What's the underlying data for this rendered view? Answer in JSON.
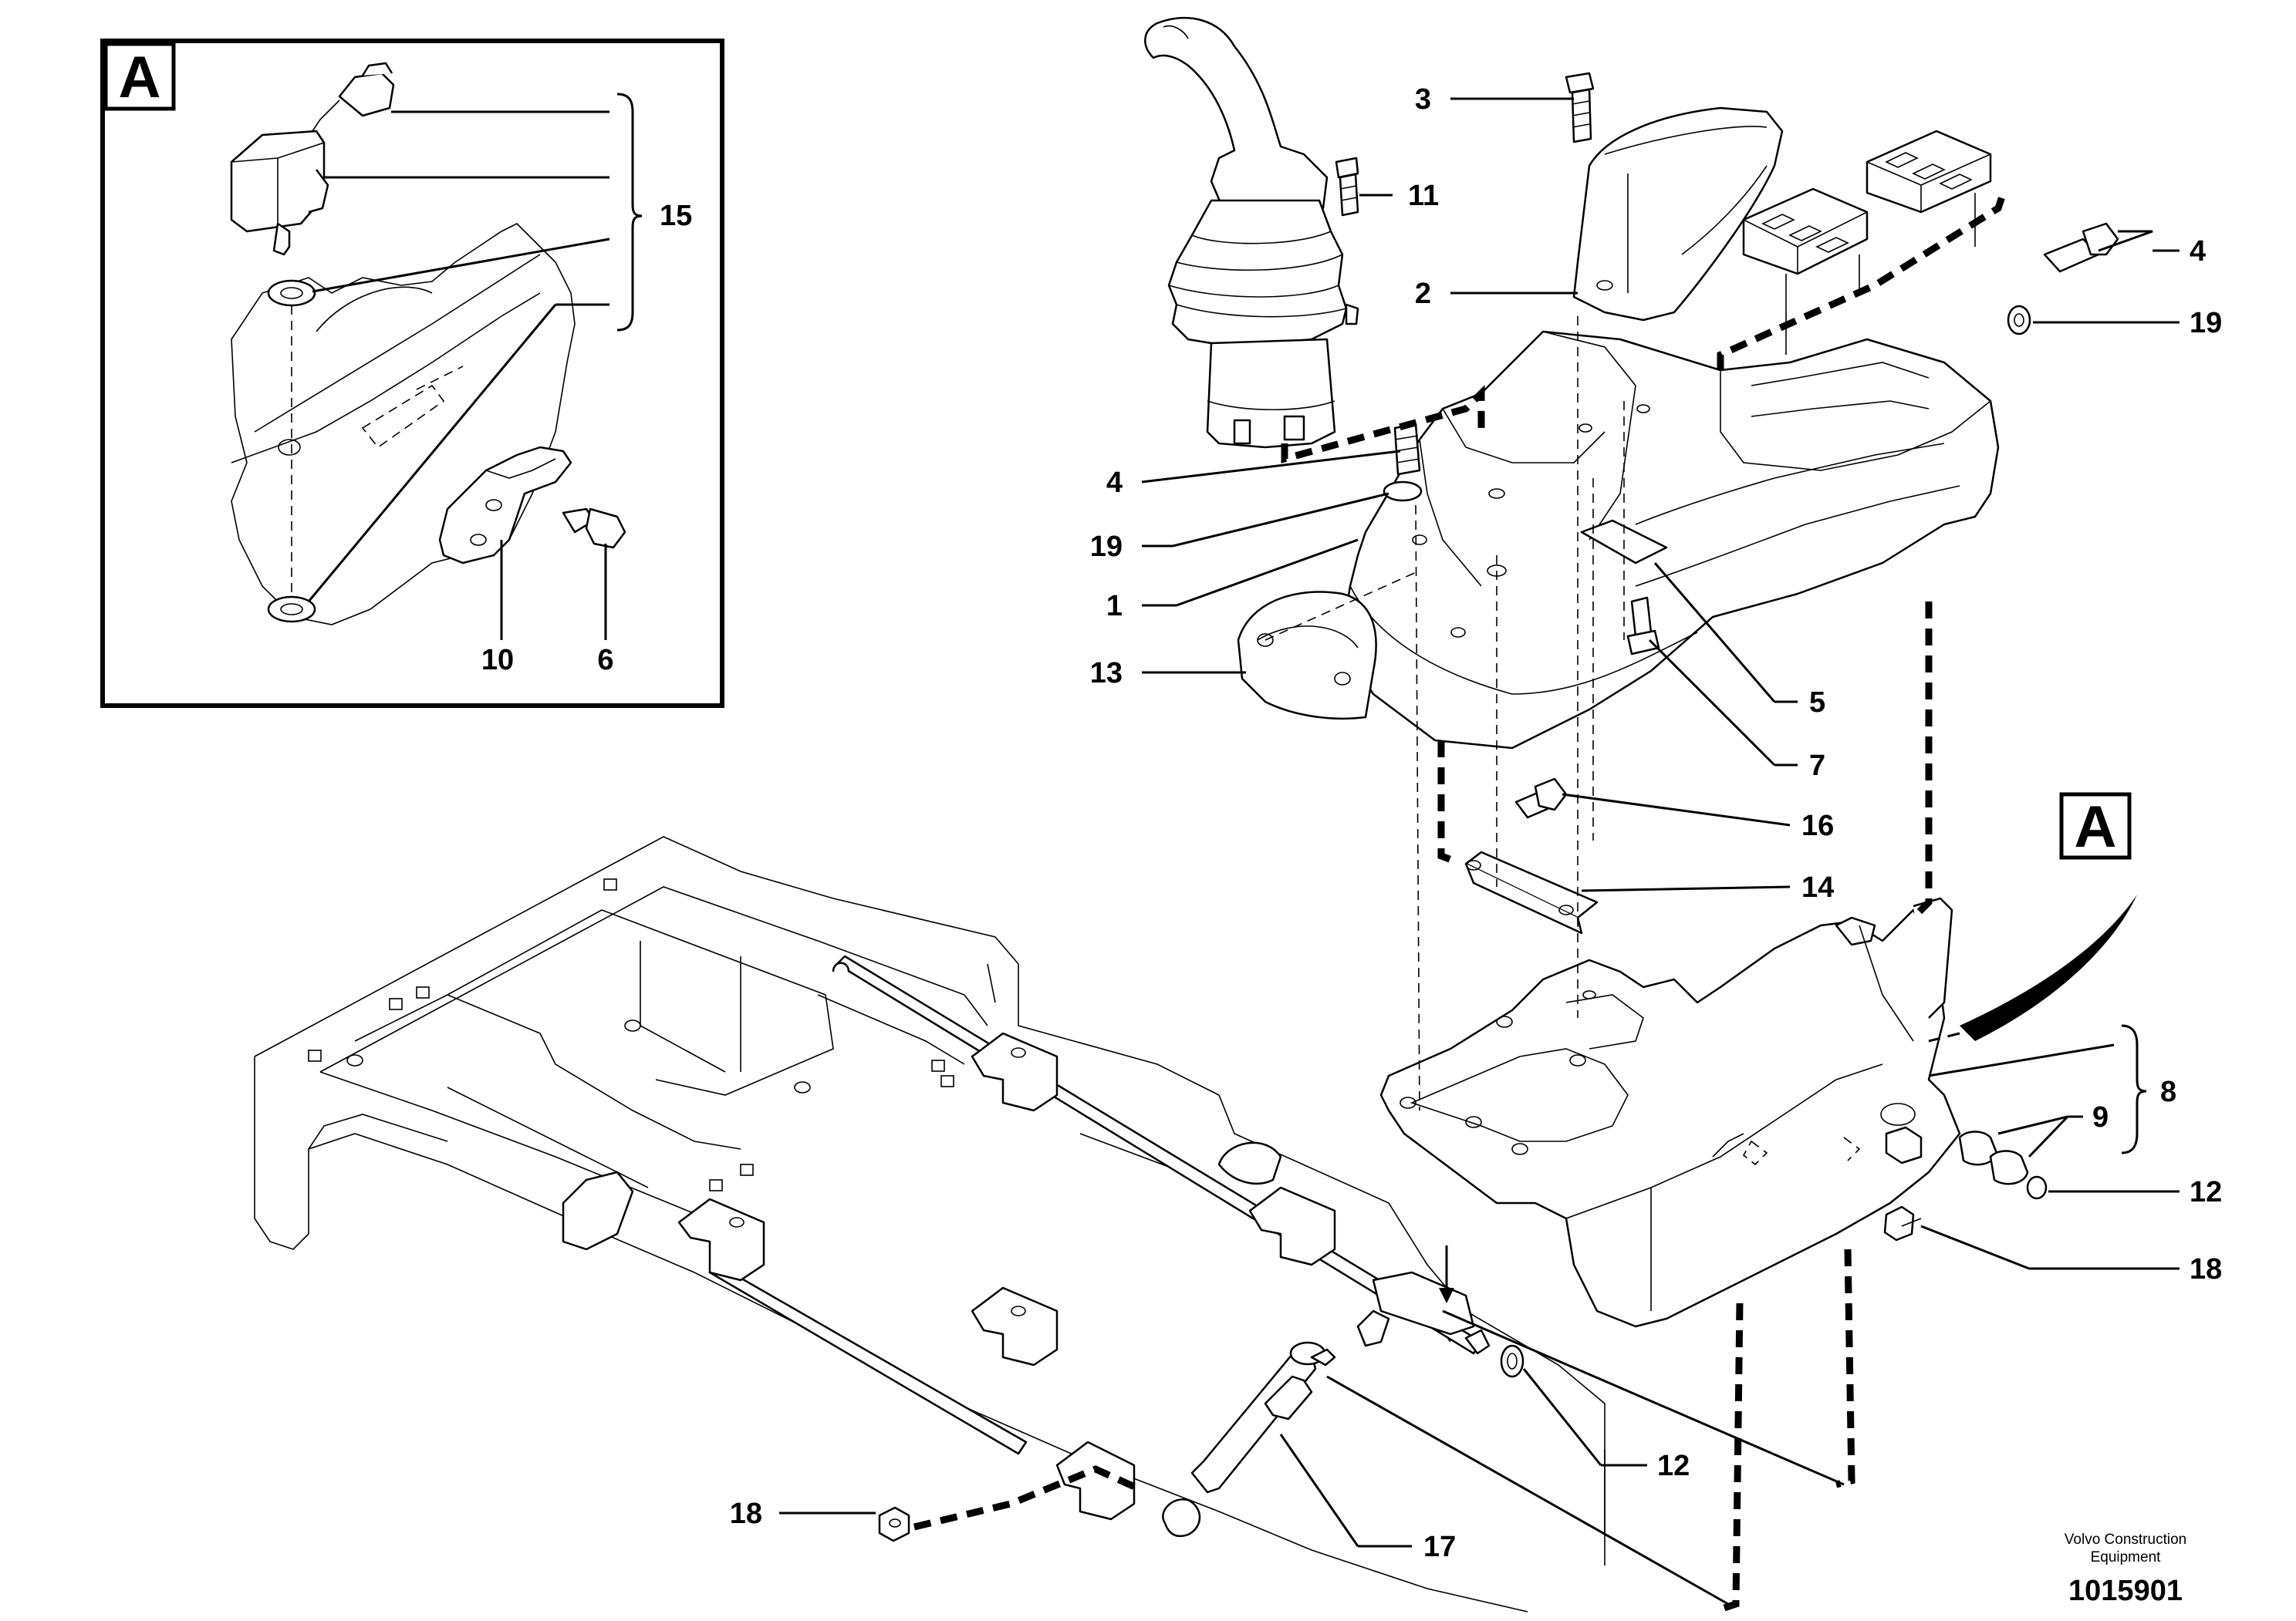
{
  "detail": {
    "letter": "A"
  },
  "callouts": {
    "c1": "1",
    "c2": "2",
    "c3": "3",
    "c4a": "4",
    "c4b": "4",
    "c5": "5",
    "c6": "6",
    "c7": "7",
    "c8": "8",
    "c9": "9",
    "c10": "10",
    "c11": "11",
    "c12a": "12",
    "c12b": "12",
    "c13": "13",
    "c14": "14",
    "c15": "15",
    "c16": "16",
    "c17": "17",
    "c18a": "18",
    "c18b": "18",
    "c19a": "19",
    "c19b": "19"
  },
  "detail_ref": {
    "letter": "A"
  },
  "footer": {
    "credit_line1": "Volvo Construction",
    "credit_line2": "Equipment",
    "doc_number": "1015901"
  }
}
